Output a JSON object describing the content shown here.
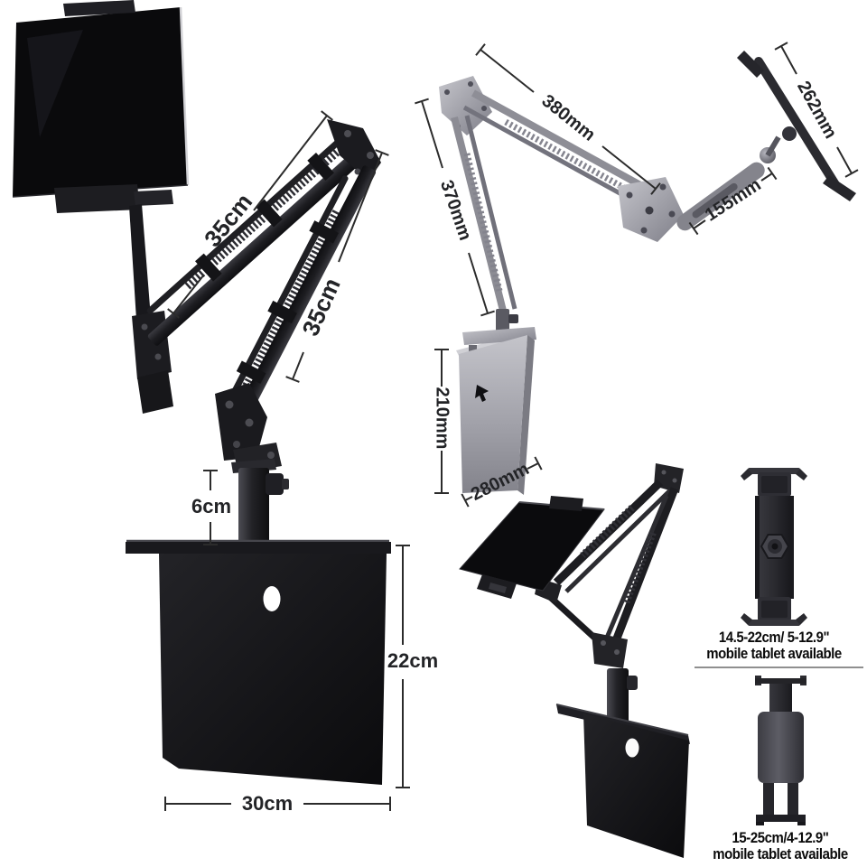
{
  "image": {
    "type": "product-dimension-infographic",
    "subject": "long-arm articulated tablet stand with desk base plate",
    "background": "#ffffff"
  },
  "views": {
    "assembled": {
      "name": "assembled stand with tablet, front view",
      "dims": {
        "upper_arm": "35cm",
        "lower_arm": "35cm",
        "pole": "6cm",
        "base_height": "22cm",
        "base_width": "30cm"
      }
    },
    "extended": {
      "name": "arm fully extended, silver view",
      "dims": {
        "upper_arm": "380mm",
        "holder_length": "262mm",
        "lower_arm": "370mm",
        "holder_arm": "155mm",
        "base_plate_height": "210mm",
        "base_plate_width": "280mm"
      }
    },
    "folded": {
      "name": "folded stand with tablet tray"
    },
    "specs": {
      "tablet_clamp": {
        "range": "14.5-22cm/ 5-12.9\"",
        "caption": "mobile tablet available"
      },
      "base_clamp": {
        "range": "15-25cm/4-12.9\"",
        "caption": "mobile tablet available"
      }
    }
  },
  "colors": {
    "dimension_line": "#2b2b2b",
    "dimension_text": "#232427",
    "caption_text": "#0b0b0b",
    "metal_dark": "#1b1b1f",
    "metal_silver": "#9a9aa0",
    "divider": "#8f8f8f",
    "background": "#ffffff"
  }
}
